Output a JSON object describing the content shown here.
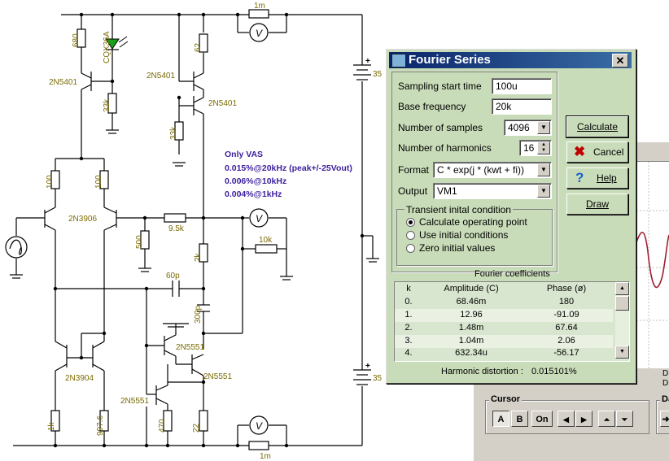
{
  "schematic": {
    "resistors": [
      "1m",
      "680",
      "62",
      "33k",
      "33k",
      "100",
      "100",
      "500",
      "9.5k",
      "10k",
      "2k",
      "1k",
      "997.6",
      "470",
      "22",
      "1m"
    ],
    "transistors": [
      "2N5401",
      "2N5401",
      "2N5401",
      "2N3906",
      "2N3904",
      "2N5551",
      "2N5551",
      "2N5551"
    ],
    "led_label": "CQX36A",
    "capacitors": [
      "60p",
      "300p"
    ],
    "supply_top": "35",
    "supply_bottom": "35",
    "note_title": "Only VAS",
    "note_lines": [
      "0.015%@20kHz (peak+/-25Vout)",
      "0.006%@10kHz",
      "0.004%@1kHz"
    ]
  },
  "dialog": {
    "title": "Fourier Series",
    "close_label": "✕",
    "fields": {
      "sampling_start_time": {
        "label": "Sampling start time",
        "value": "100u"
      },
      "base_frequency": {
        "label": "Base frequency",
        "value": "20k"
      },
      "number_of_samples": {
        "label": "Number of samples",
        "value": "4096"
      },
      "number_of_harmonics": {
        "label": "Number of harmonics",
        "value": "16"
      },
      "format": {
        "label": "Format",
        "value": "C * exp(j * (kwt + fi))"
      },
      "output": {
        "label": "Output",
        "value": "VM1"
      }
    },
    "buttons": {
      "calculate": "Calculate",
      "cancel": "Cancel",
      "help": "Help",
      "draw": "Draw"
    },
    "transient": {
      "title": "Transient inital condition",
      "options": [
        "Calculate operating point",
        "Use initial conditions",
        "Zero initial values"
      ],
      "selected": 0
    },
    "coefficients": {
      "title": "Fourier coefficients",
      "headers": {
        "k": "k",
        "amplitude": "Amplitude (C)",
        "phase": "Phase (ø)"
      },
      "rows": [
        {
          "k": "0.",
          "amplitude": "68.46m",
          "phase": "180"
        },
        {
          "k": "1.",
          "amplitude": "12.96",
          "phase": "-91.09"
        },
        {
          "k": "2.",
          "amplitude": "1.48m",
          "phase": "67.64"
        },
        {
          "k": "3.",
          "amplitude": "1.04m",
          "phase": "2.06"
        },
        {
          "k": "4.",
          "amplitude": "632.34u",
          "phase": "-56.17"
        }
      ],
      "distortion_label": "Harmonic distortion :",
      "distortion_value": "0.015101%"
    }
  },
  "background_window": {
    "cursor_label": "Cursor",
    "cursor_buttons": [
      "A",
      "B",
      "On",
      "◀",
      "▶",
      "⏶",
      "⏷"
    ],
    "cut_labels": [
      "D",
      "D"
    ],
    "group2_label": "Da"
  }
}
